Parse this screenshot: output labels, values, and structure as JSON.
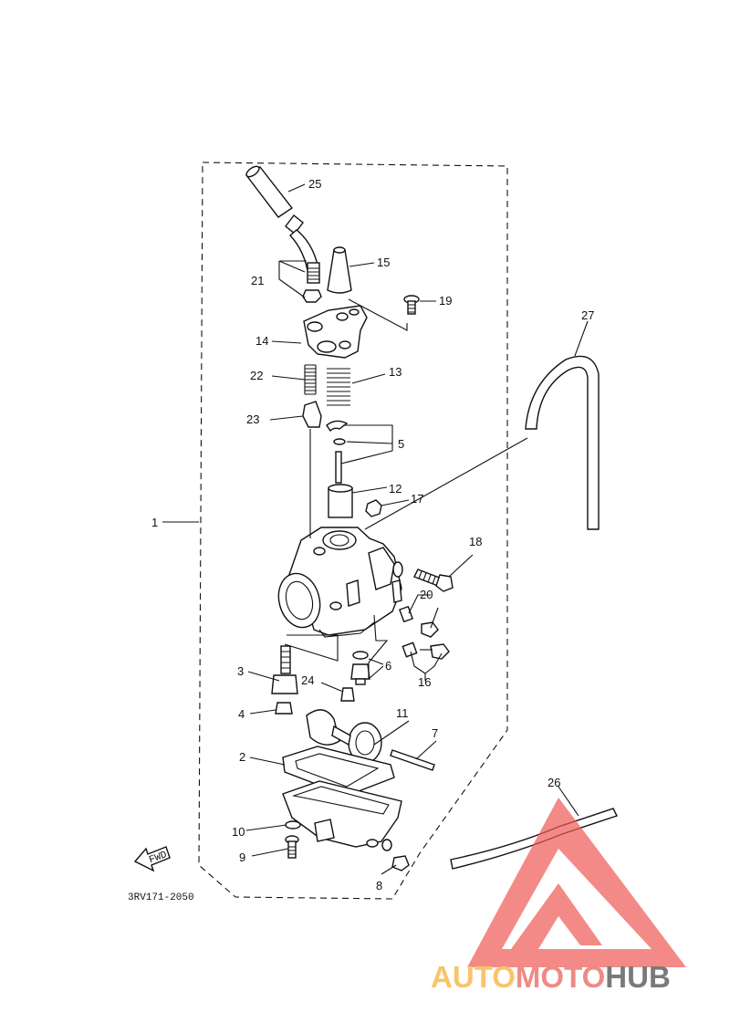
{
  "diagram": {
    "callouts": [
      "1",
      "2",
      "3",
      "4",
      "5",
      "6",
      "7",
      "8",
      "9",
      "10",
      "11",
      "12",
      "13",
      "14",
      "15",
      "16",
      "17",
      "18",
      "19",
      "20",
      "21",
      "22",
      "23",
      "24",
      "25",
      "26",
      "27"
    ],
    "fwd_label": "FWD",
    "drawing_code": "3RV171-2050"
  },
  "watermark": {
    "part1": "AUTO",
    "part2": "MOTO",
    "part3": "HUB",
    "colors": {
      "auto": "#f8c46a",
      "moto": "#ef8a84",
      "hub": "#7a7a7a",
      "triangle": "#f05a55"
    }
  }
}
